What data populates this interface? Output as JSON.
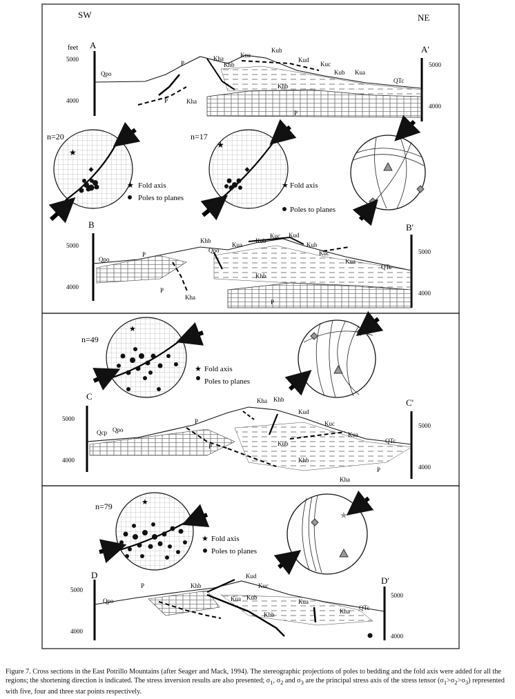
{
  "figure": {
    "panel1": {
      "orient_left": "SW",
      "orient_right": "NE",
      "units": "feet",
      "sections": {
        "a": {
          "label_left": "A",
          "label_right": "A'",
          "scale_left": [
            "5000",
            "4000"
          ],
          "scale_right": [
            "5000",
            "4000"
          ],
          "units": [
            "Qpo",
            "P",
            "P",
            "Kha",
            "Kha",
            "Khb",
            "Kua",
            "Kub",
            "Kud",
            "Kuc",
            "Kub",
            "Kua",
            "QTc",
            "Khb",
            "P"
          ]
        },
        "b": {
          "label_left": "B",
          "label_right": "B'",
          "scale_left": [
            "5000",
            "4000"
          ],
          "scale_right": [
            "5000",
            "4000"
          ],
          "units": [
            "Qpo",
            "P",
            "Khb",
            "Qpo",
            "Kua",
            "Kub",
            "Kuc",
            "Kud",
            "Kub",
            "Kuc",
            "Kua",
            "QTc",
            "Khb",
            "P",
            "Kha",
            "P"
          ]
        }
      },
      "stereonets": [
        {
          "n": "n=20",
          "legend_fold": "Fold axis",
          "legend_poles": "Poles to planes"
        },
        {
          "n": "n=17",
          "legend_fold": "Fold axis",
          "legend_poles": "Poles to planes"
        }
      ]
    },
    "panel2": {
      "stereonet": {
        "n": "n=49",
        "legend_fold": "Fold axis",
        "legend_poles": "Poles to planes"
      },
      "section": {
        "label_left": "C",
        "label_right": "C'",
        "scale_left": [
          "5000",
          "4000"
        ],
        "scale_right": [
          "5000",
          "4000"
        ],
        "units": [
          "Qcp",
          "Qpo",
          "P",
          "P",
          "Kha",
          "Khb",
          "Kud",
          "Kuc",
          "Kua",
          "QTc",
          "Kub",
          "Khb",
          "Kha",
          "P"
        ]
      }
    },
    "panel3": {
      "stereonet": {
        "n": "n=79",
        "legend_fold": "Fold axis",
        "legend_poles": "Poles to planes"
      },
      "section": {
        "label_left": "D",
        "label_right": "D'",
        "scale_left": [
          "5000",
          "4000"
        ],
        "scale_right": [
          "5000",
          "4000"
        ],
        "units": [
          "Qpo",
          "P",
          "Khb",
          "Kud",
          "Kuc",
          "Kua",
          "Kub",
          "Kua",
          "Khb",
          "Kha",
          "QTc"
        ]
      }
    }
  },
  "caption": {
    "text_a": "Figure 7. Cross sections in the East Potrillo Mountains (after Seager and Mack, 1994). The stereographic projections of poles to bedding and the fold axis were added for all the regions; the shortening direction is indicated. The stress inversion results are also presented;  σ",
    "sub1": "1",
    "mid1": ", σ",
    "sub2": "2",
    "mid2": " and σ",
    "sub3": "3",
    "text_b": " are the principal stress axis of the stress tensor (σ",
    "t_sub1": "1",
    "t_gt1": ">σ",
    "t_sub2": "2",
    "t_gt2": ">σ",
    "t_sub3": "3",
    "text_c": ") represented with five, four and three star points respectively."
  }
}
